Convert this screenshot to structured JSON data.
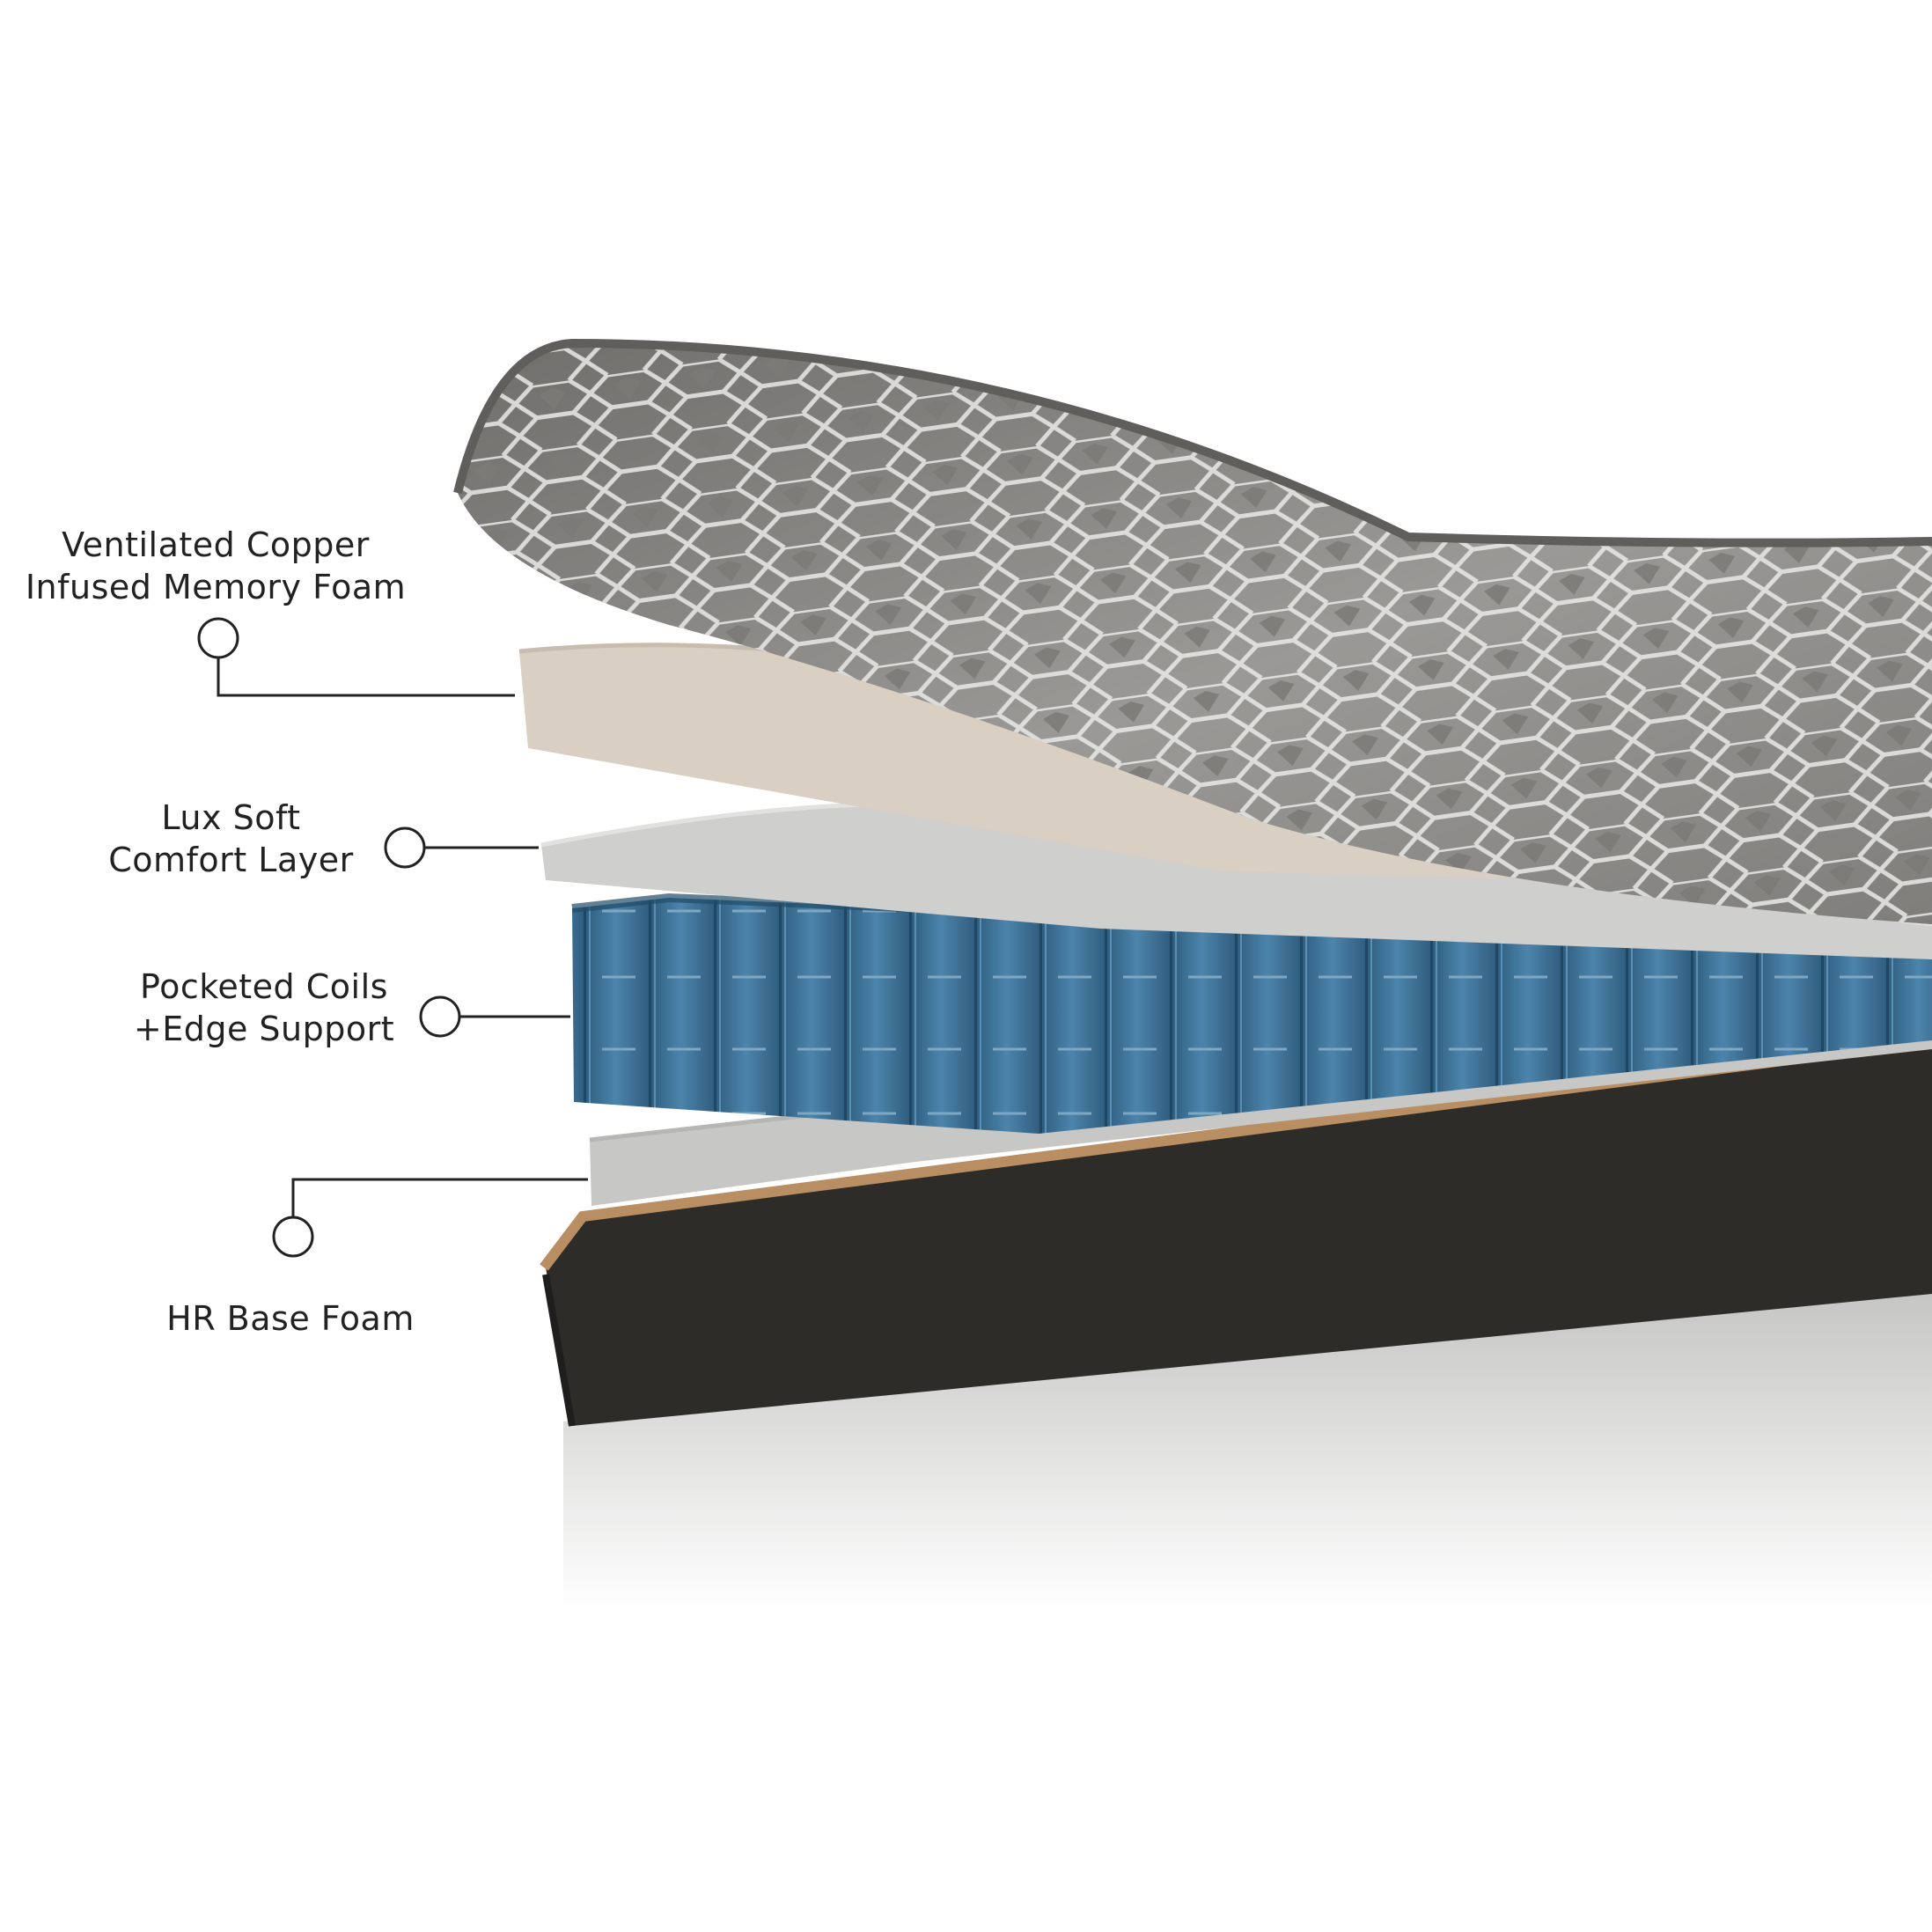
{
  "background_color": "#ffffff",
  "callouts": [
    {
      "id": "memory-foam",
      "lines": [
        "Ventilated Copper",
        "Infused Memory Foam"
      ],
      "marker_icon": "circle-marker-icon"
    },
    {
      "id": "comfort-layer",
      "lines": [
        "Lux Soft",
        "Comfort Layer"
      ],
      "marker_icon": "circle-marker-icon"
    },
    {
      "id": "pocketed-coils",
      "lines": [
        "Pocketed Coils",
        "+Edge Support"
      ],
      "marker_icon": "circle-marker-icon"
    },
    {
      "id": "base-foam",
      "lines": [
        "HR Base Foam"
      ],
      "marker_icon": "circle-marker-icon"
    }
  ],
  "layer_colors": {
    "quilted_top_cover": "#8d8c89",
    "memory_foam": "#d9cfc3",
    "comfort_layer": "#cfcfcd",
    "pocketed_coils": "#3f7196",
    "base_foam": "#c7c7c5",
    "fabric_base": "#2d2c29",
    "piping": "#b98e63"
  }
}
